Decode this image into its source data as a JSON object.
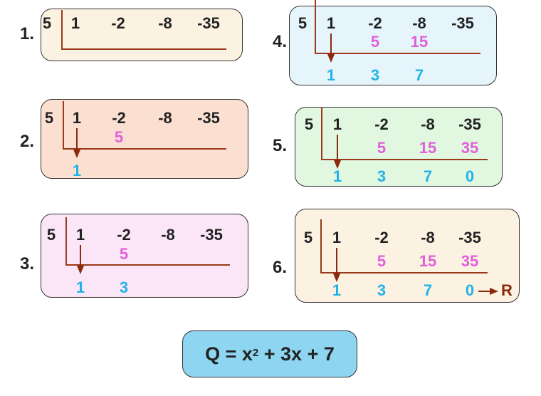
{
  "title": "Synthetic division of x^3 - 2x^2 - 8x - 35 by (x - 5)",
  "divisor": "5",
  "coefficients": [
    "1",
    "-2",
    "-8",
    "-35"
  ],
  "steps": [
    {
      "label": "1.",
      "bg": "#fcf2e2",
      "products": [],
      "results": [],
      "arrow": false,
      "remainder_marker": ""
    },
    {
      "label": "2.",
      "bg": "#fbe0d2",
      "products": [
        "",
        "5",
        "",
        ""
      ],
      "results": [
        "1",
        "",
        "",
        ""
      ],
      "arrow": true,
      "remainder_marker": ""
    },
    {
      "label": "3.",
      "bg": "#fbe6f8",
      "products": [
        "",
        "5",
        "",
        ""
      ],
      "results": [
        "1",
        "3",
        "",
        ""
      ],
      "arrow": true,
      "remainder_marker": ""
    },
    {
      "label": "4.",
      "bg": "#e6f5fb",
      "products": [
        "",
        "5",
        "15",
        ""
      ],
      "results": [
        "1",
        "3",
        "7",
        ""
      ],
      "arrow": true,
      "remainder_marker": ""
    },
    {
      "label": "5.",
      "bg": "#e1f7df",
      "products": [
        "",
        "5",
        "15",
        "35"
      ],
      "results": [
        "1",
        "3",
        "7",
        "0"
      ],
      "arrow": true,
      "remainder_marker": ""
    },
    {
      "label": "6.",
      "bg": "#fcf2e2",
      "products": [
        "",
        "5",
        "15",
        "35"
      ],
      "results": [
        "1",
        "3",
        "7",
        "0"
      ],
      "arrow": true,
      "remainder_marker": "R"
    }
  ],
  "quotient": {
    "prefix": "Q = x",
    "exponent": "2",
    "suffix": " + 3x + 7"
  },
  "colors": {
    "coefficient": "#222222",
    "product": "#e060d8",
    "result": "#22b2e8",
    "line": "#9a3a1a",
    "remainder": "#8a2a0a",
    "quotient_bg": "#8dd5f0"
  }
}
